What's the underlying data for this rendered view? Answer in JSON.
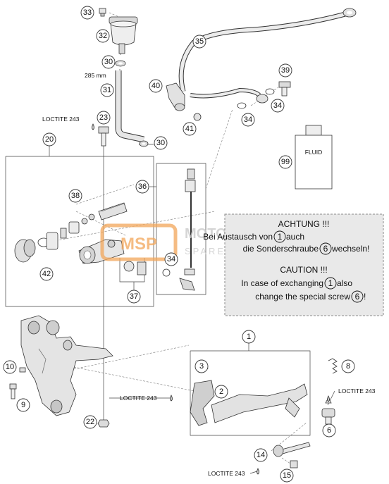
{
  "notes": {
    "loctite_a": "LOCTITE 243",
    "loctite_b": "LOCTITE 243",
    "loctite_c": "LOCTITE 243",
    "loctite_d": "LOCTITE 243",
    "length": "285 mm",
    "fluid": "FLUID"
  },
  "callouts": [
    "33",
    "32",
    "30",
    "31",
    "23",
    "35",
    "40",
    "41",
    "39",
    "34",
    "34",
    "20",
    "99",
    "38",
    "36",
    "42",
    "34",
    "37",
    "1",
    "3",
    "2",
    "8",
    "10",
    "9",
    "22",
    "6",
    "14",
    "15",
    "30"
  ],
  "warning": {
    "de_title": "ACHTUNG !!!",
    "de_line1_pre": "Bei Austausch von ",
    "de_line1_num": "1",
    "de_line1_post": " auch",
    "de_line2_pre": "die Sonderschraube ",
    "de_line2_num": "6",
    "de_line2_post": " wechseln!",
    "en_title": "CAUTION !!!",
    "en_line1_pre": "In case of exchanging ",
    "en_line1_num": "1",
    "en_line1_post": " also",
    "en_line2_pre": "change the special screw ",
    "en_line2_num": "6",
    "en_line2_post": "!"
  },
  "watermark": {
    "logo": "MSP",
    "line1": "MOTORCYCLE",
    "line2": "SPARE PARTS"
  },
  "colors": {
    "part_fill": "#e6e6e6",
    "part_dark": "#b5b5b5",
    "warning_bg": "#e9e9e9",
    "watermark_orange": "#f2a65a",
    "ink": "#333333"
  }
}
